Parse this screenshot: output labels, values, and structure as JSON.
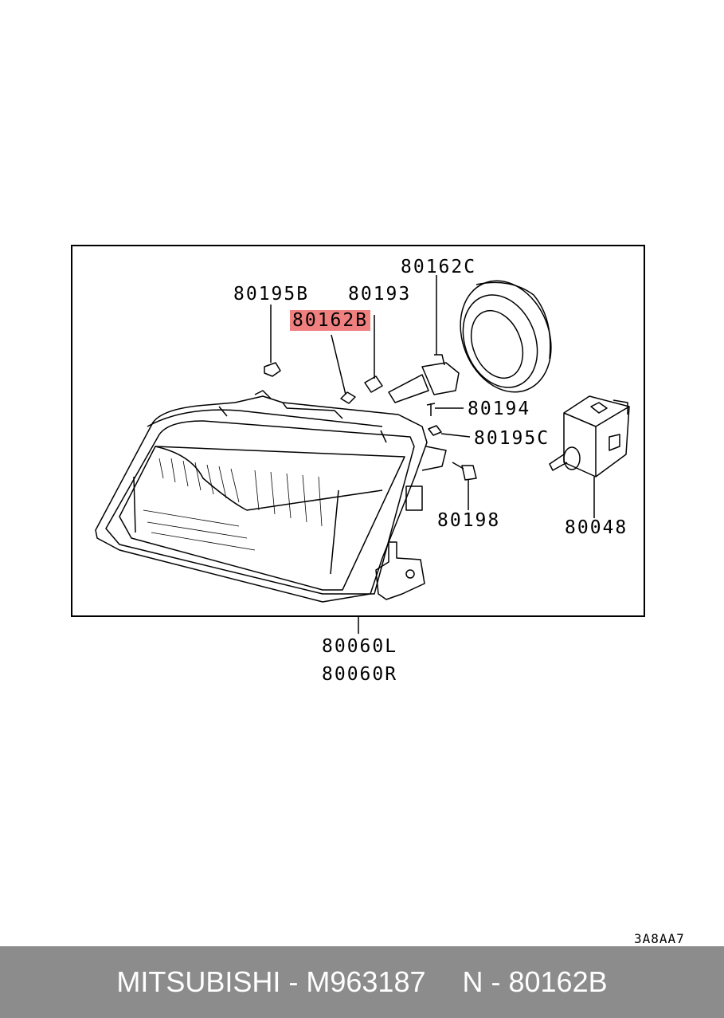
{
  "callouts": {
    "c80162C": "80162C",
    "c80195B": "80195B",
    "c80193": "80193",
    "c80162B": "80162B",
    "c80194": "80194",
    "c80195C": "80195C",
    "c80198": "80198",
    "c80048": "80048",
    "c80060L": "80060L",
    "c80060R": "80060R"
  },
  "diagram_code": "3A8AA7",
  "footer": {
    "brand_part": "MITSUBISHI - M963187",
    "ref": "N - 80162B"
  },
  "colors": {
    "highlight": "#f08080",
    "footer_bg": "#8c8c8c",
    "footer_text": "#ffffff"
  }
}
